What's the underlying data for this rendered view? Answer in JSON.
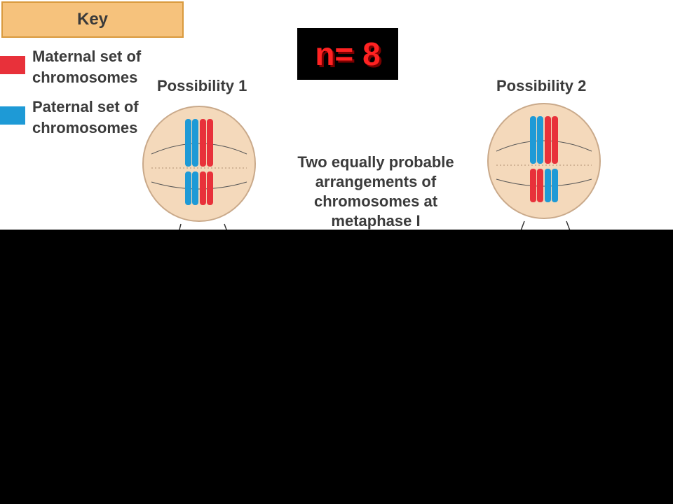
{
  "key": {
    "title": "Key",
    "items": [
      {
        "label": "Maternal set of chromosomes",
        "color": "#e8313a"
      },
      {
        "label": "Paternal set of chromosomes",
        "color": "#1e9ad6"
      }
    ]
  },
  "n_label": "n= 8",
  "possibilities": [
    {
      "title": "Possibility 1",
      "top_pair": [
        "paternal",
        "maternal"
      ],
      "bottom_pair": [
        "paternal",
        "maternal"
      ]
    },
    {
      "title": "Possibility 2",
      "top_pair": [
        "paternal",
        "maternal"
      ],
      "bottom_pair": [
        "maternal",
        "paternal"
      ]
    }
  ],
  "center_caption": "Two equally probable arrangements of chromosomes at metaphase I",
  "colors": {
    "maternal": "#e8313a",
    "paternal": "#1e9ad6",
    "cell_fill": "#f4d9bb",
    "key_bg": "#f6c27c"
  }
}
